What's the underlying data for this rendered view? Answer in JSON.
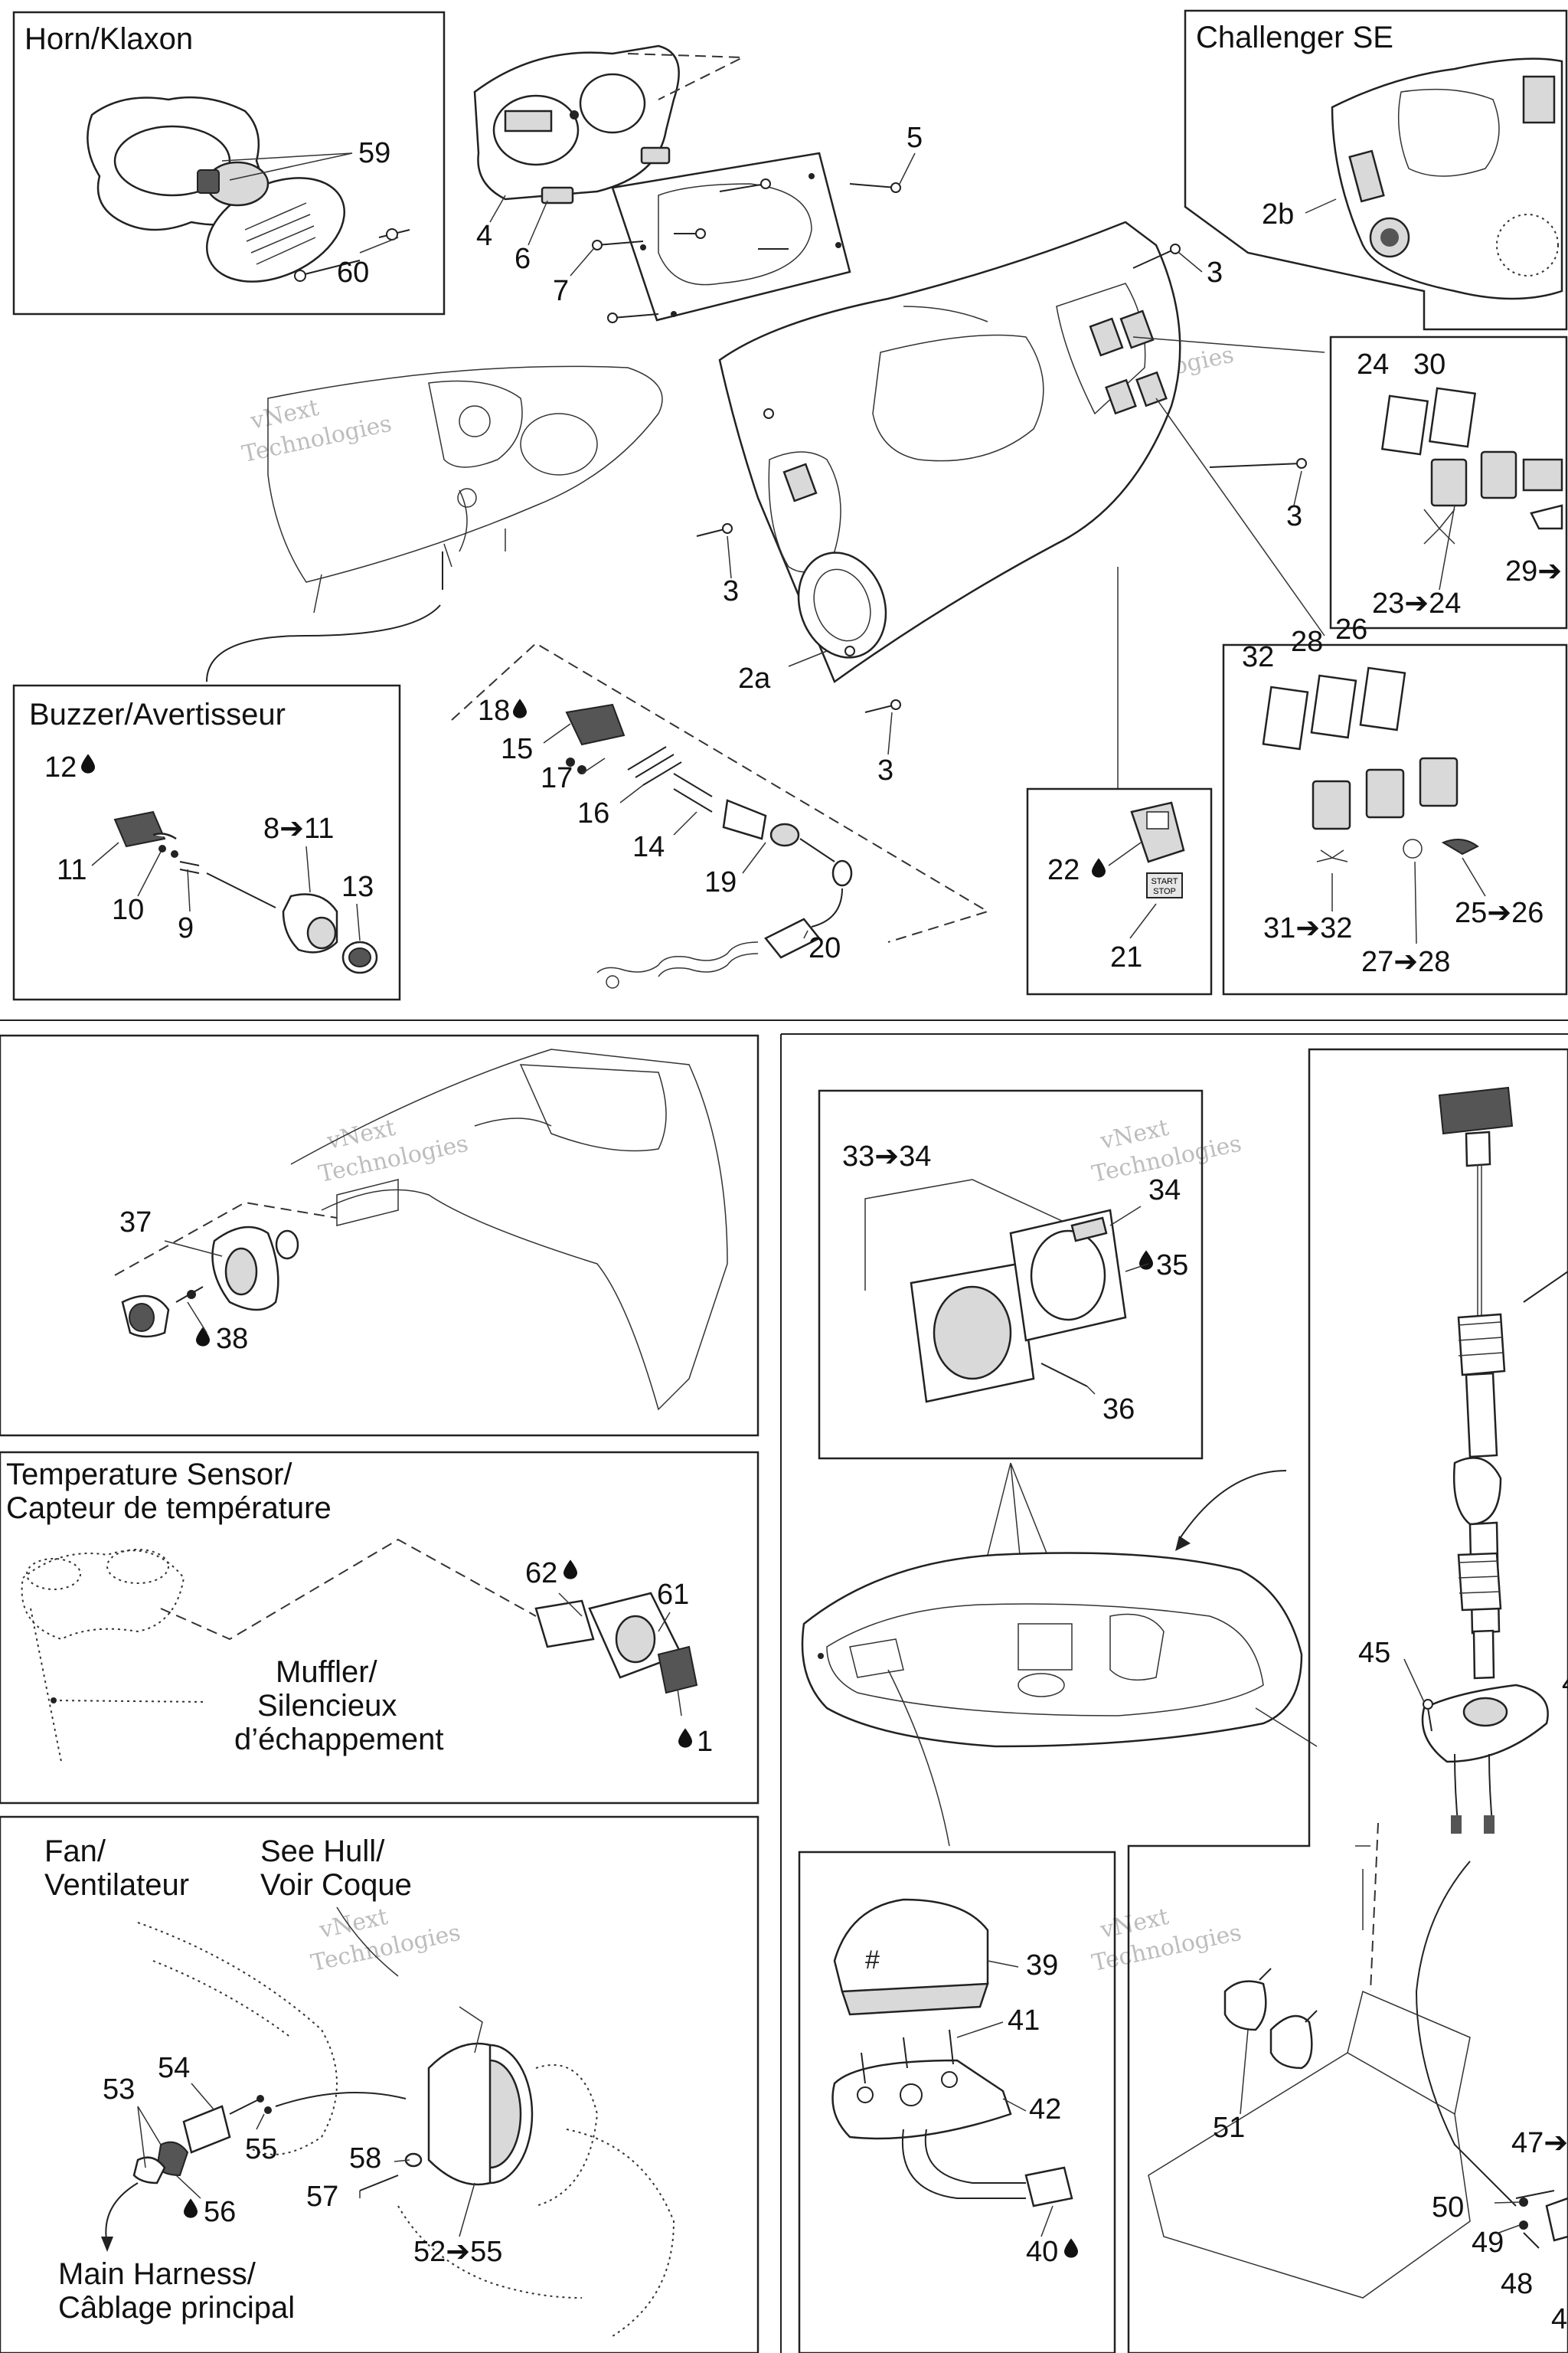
{
  "panels": {
    "horn": "Horn/Klaxon",
    "challenger": "Challenger SE",
    "buzzer": "Buzzer/Avertisseur",
    "temp_line1": "Temperature Sensor/",
    "temp_line2": "Capteur de température",
    "fan_line1": "Fan/",
    "fan_line2": "Ventilateur",
    "hull_line1": "See Hull/",
    "hull_line2": "Voir Coque",
    "muffler_line1": "Muffler/",
    "muffler_line2": "Silencieux",
    "muffler_line3": "d’échappement",
    "harness_line1": "Main Harness/",
    "harness_line2": "Câblage principal"
  },
  "watermark": {
    "line1": "vNext",
    "line2": "Technologies"
  },
  "switch_text": {
    "start": "START",
    "stop": "STOP"
  },
  "callouts": {
    "c59": "59",
    "c60": "60",
    "c4": "4",
    "c6": "6",
    "c7": "7",
    "c5": "5",
    "c3a": "3",
    "c3b": "3",
    "c3c": "3",
    "c3d": "3",
    "c2a": "2a",
    "c2b": "2b",
    "c24": "24",
    "c30": "30",
    "c23_24": "23➔24",
    "c29": "29➔",
    "c32": "32",
    "c28": "28",
    "c26": "26",
    "c31_32": "31➔32",
    "c27_28": "27➔28",
    "c25_26": "25➔26",
    "c22": "22",
    "c21": "21",
    "c12": "12",
    "c11": "11",
    "c10": "10",
    "c9": "9",
    "c8_11": "8➔11",
    "c13": "13",
    "c18": "18",
    "c15": "15",
    "c17": "17",
    "c16": "16",
    "c14": "14",
    "c19": "19",
    "c20": "20",
    "c37": "37",
    "c38": "38",
    "c33_34": "33➔34",
    "c34": "34",
    "c35": "35",
    "c36": "36",
    "c62": "62",
    "c61": "61",
    "c1": "1",
    "c45": "45",
    "c4r": "4",
    "c39": "39",
    "c41": "41",
    "c42": "42",
    "c40": "40",
    "c51": "51",
    "c47": "47➔",
    "c50": "50",
    "c49": "49",
    "c48": "48",
    "c4b": "4",
    "c53": "53",
    "c54": "54",
    "c55": "55",
    "c56": "56",
    "c58": "58",
    "c57": "57",
    "c52_55": "52➔55"
  }
}
